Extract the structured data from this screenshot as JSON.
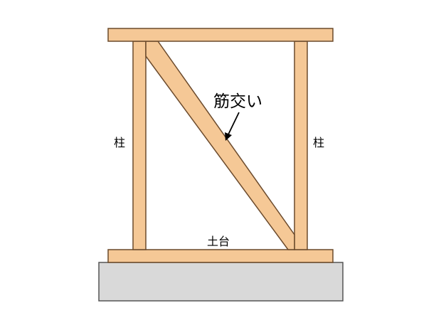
{
  "labels": {
    "brace": "筋交い",
    "post_left": "柱",
    "post_right": "柱",
    "sill": "土台"
  },
  "colors": {
    "wood_fill": "#f5c896",
    "wood_outline": "#6b4a2c",
    "foundation_fill": "#d9d9d9",
    "foundation_outline": "#555555"
  }
}
